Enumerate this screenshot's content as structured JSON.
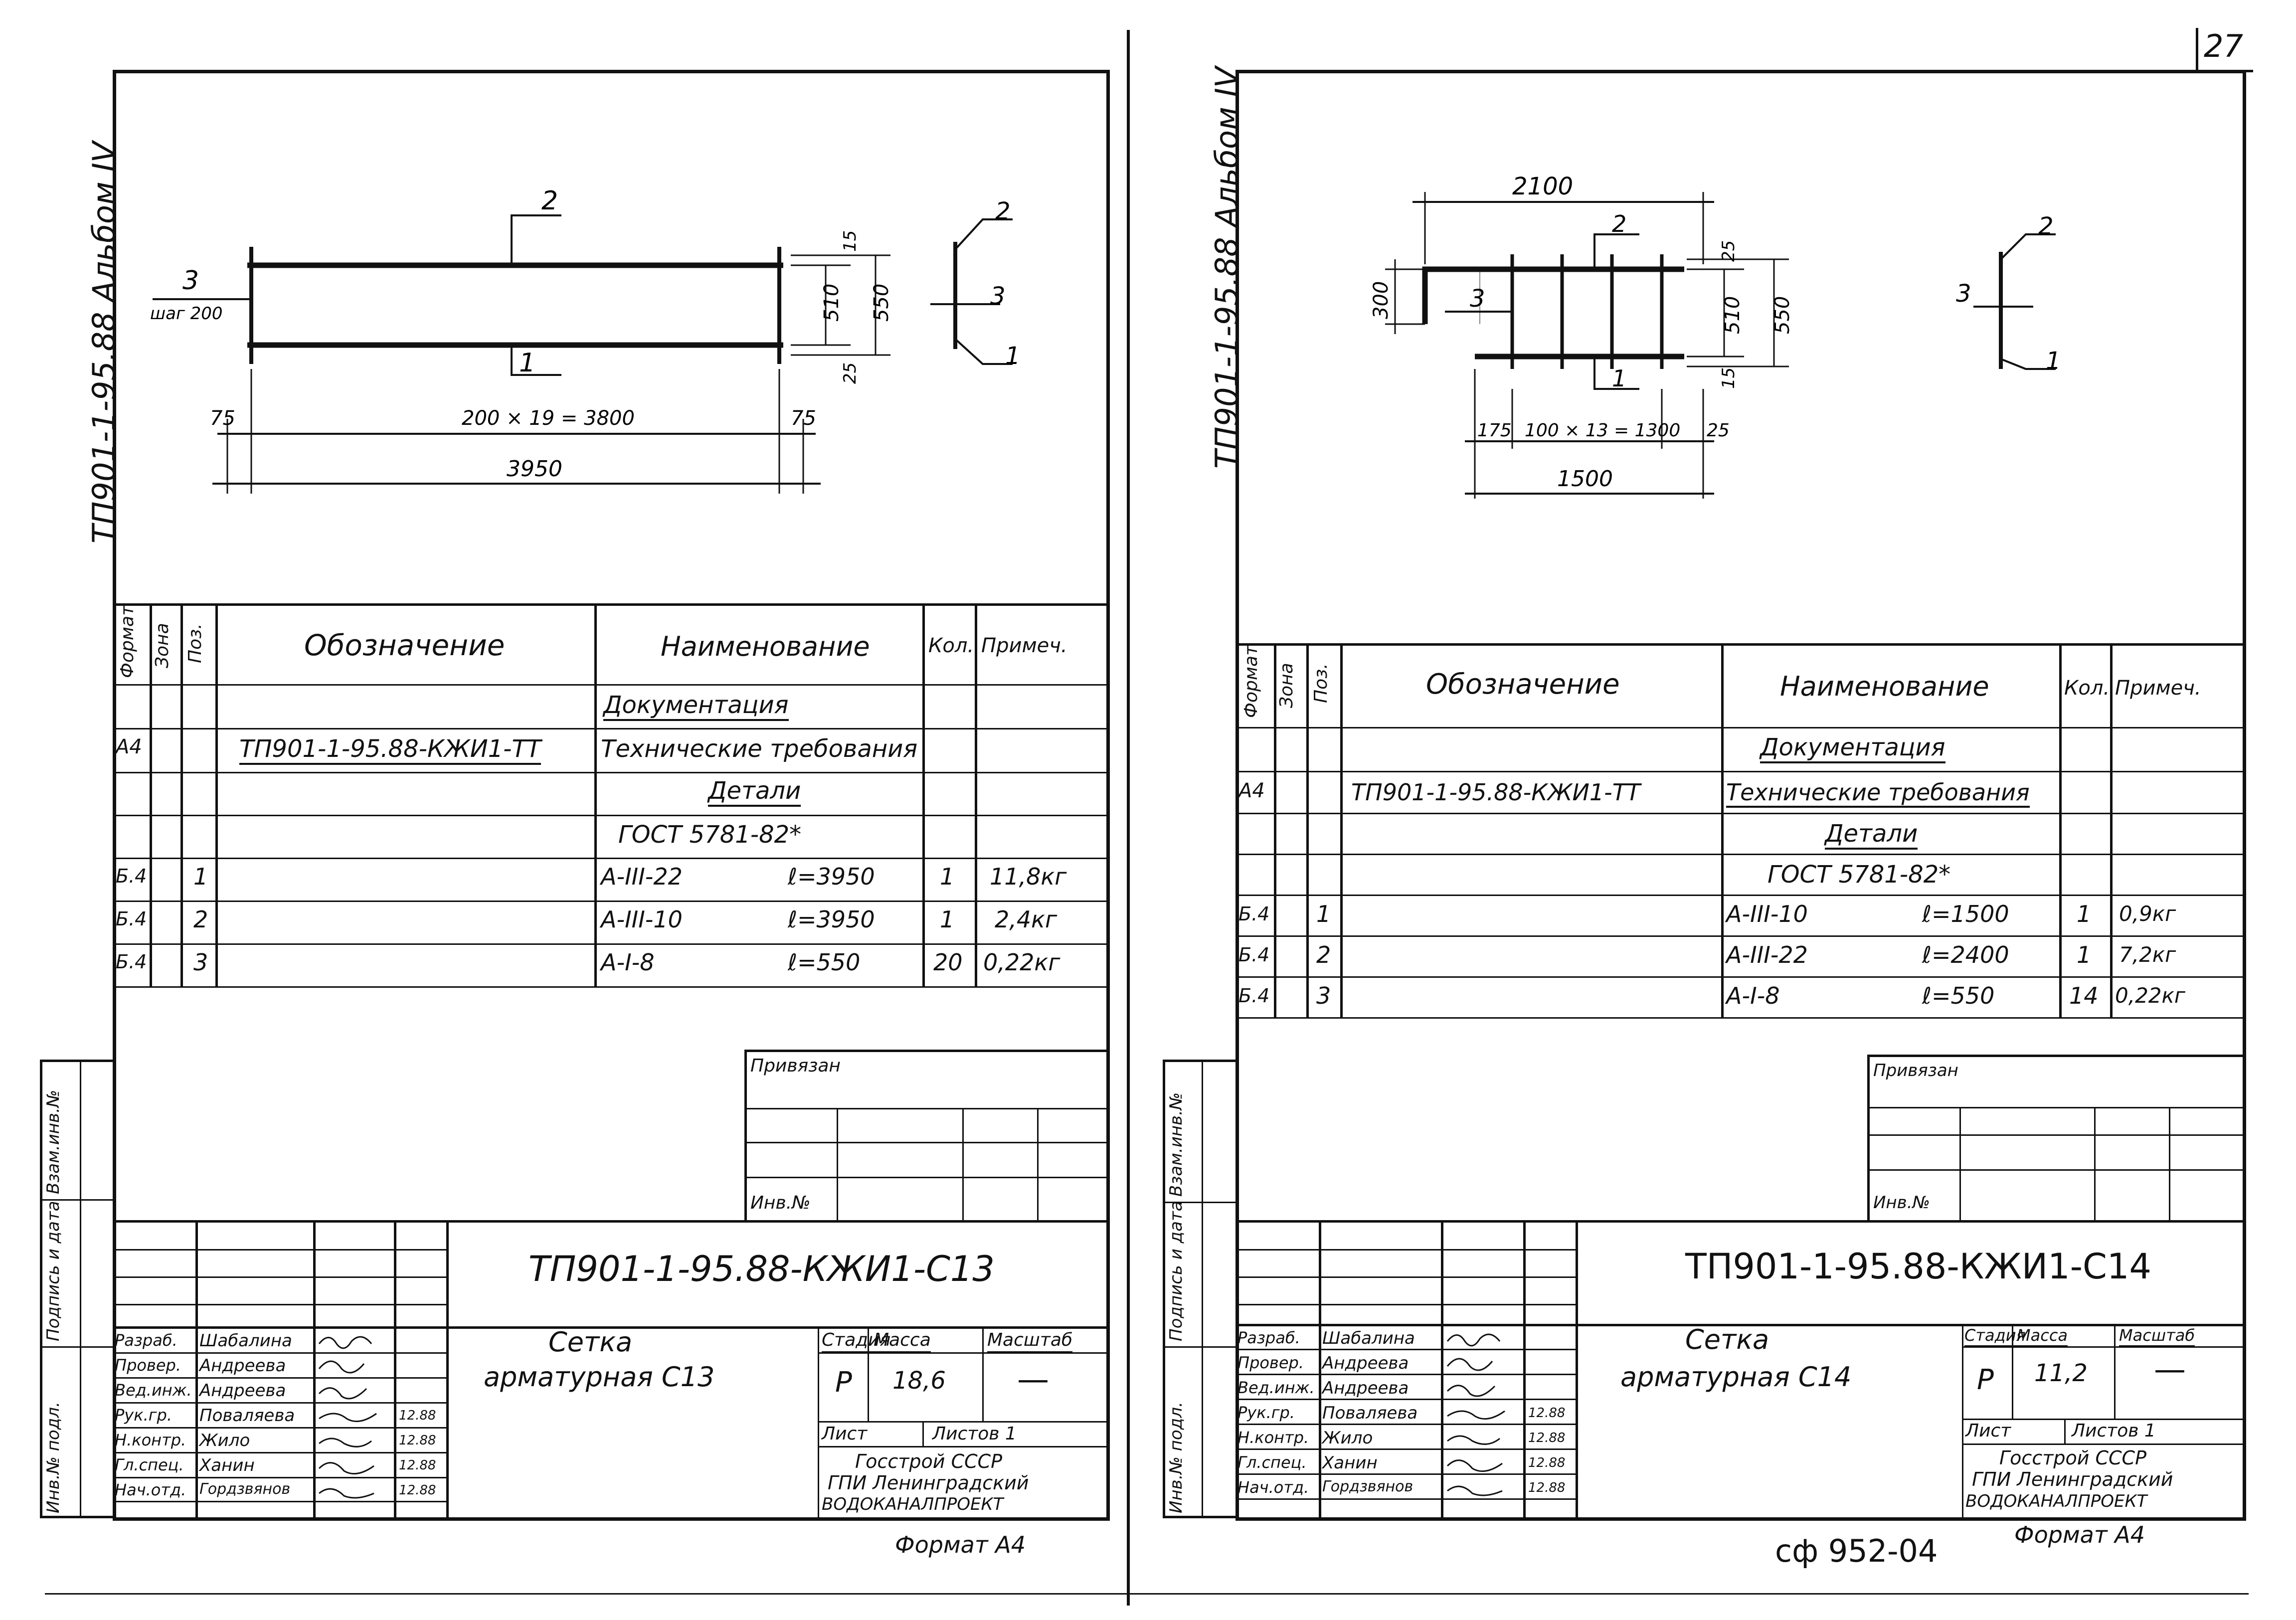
{
  "page_number": "27",
  "stamp_code": "сф 952-04",
  "sheets": [
    {
      "side_label": "ТП901-1-95.88 Альбом IV",
      "format_note": "Формат А4",
      "drawing": {
        "pos_top": "2",
        "pos_bottom": "1",
        "pos_side": "3",
        "step_label": "шаг 200",
        "dim_15": "15",
        "dim_510": "510",
        "dim_550": "550",
        "dim_25": "25",
        "dim_75_left": "75",
        "dim_75_right": "75",
        "dim_chain": "200 × 19 = 3800",
        "dim_total": "3950",
        "sec_2": "2",
        "sec_3": "3",
        "sec_1": "1"
      },
      "spec": {
        "col_format": "Формат",
        "col_zone": "Зона",
        "col_pos": "Поз.",
        "col_designation": "Обозначение",
        "col_name": "Наименование",
        "col_qty": "Кол.",
        "col_note": "Примеч.",
        "rows": [
          {
            "format": "",
            "pos": "",
            "designation": "",
            "name": "Документация",
            "length": "",
            "qty": "",
            "note": ""
          },
          {
            "format": "А4",
            "pos": "",
            "designation": "ТП901-1-95.88-КЖИ1-ТТ",
            "name": "Технические требования",
            "length": "",
            "qty": "",
            "note": ""
          },
          {
            "format": "",
            "pos": "",
            "designation": "",
            "name": "Детали",
            "length": "",
            "qty": "",
            "note": ""
          },
          {
            "format": "",
            "pos": "",
            "designation": "",
            "name": "ГОСТ 5781-82*",
            "length": "",
            "qty": "",
            "note": ""
          },
          {
            "format": "Б.4",
            "pos": "1",
            "designation": "",
            "name": "А-III-22",
            "length": "ℓ=3950",
            "qty": "1",
            "note": "11,8кг"
          },
          {
            "format": "Б.4",
            "pos": "2",
            "designation": "",
            "name": "А-III-10",
            "length": "ℓ=3950",
            "qty": "1",
            "note": "2,4кг"
          },
          {
            "format": "Б.4",
            "pos": "3",
            "designation": "",
            "name": "А-I-8",
            "length": "ℓ=550",
            "qty": "20",
            "note": "0,22кг"
          }
        ]
      },
      "stamp": {
        "privyazan": "Привязан",
        "inv_no": "Инв.№",
        "margin_labels": [
          "Инв.№ подл.",
          "Подпись и дата",
          "Взам.инв.№"
        ],
        "doc_code": "ТП901-1-95.88-КЖИ1-С13",
        "title_line1": "Сетка",
        "title_line2": "арматурная С13",
        "stage_label": "Стадия",
        "mass_label": "Масса",
        "scale_label": "Масштаб",
        "stage": "Р",
        "mass": "18,6",
        "scale": "—",
        "sheet_label": "Лист",
        "sheets_label": "Листов 1",
        "org_line1": "Госстрой СССР",
        "org_line2": "ГПИ Ленинградский",
        "org_line3": "ВОДОКАНАЛПРОЕКТ",
        "people": [
          {
            "role": "Разраб.",
            "name": "Шабалина",
            "date": ""
          },
          {
            "role": "Провер.",
            "name": "Андреева",
            "date": ""
          },
          {
            "role": "Вед.инж.",
            "name": "Андреева",
            "date": ""
          },
          {
            "role": "Рук.гр.",
            "name": "Поваляева",
            "date": "12.88"
          },
          {
            "role": "Н.контр.",
            "name": "Жило",
            "date": "12.88"
          },
          {
            "role": "Гл.спец.",
            "name": "Ханин",
            "date": "12.88"
          },
          {
            "role": "Нач.отд.",
            "name": "Гордзвянов",
            "date": "12.88"
          }
        ]
      }
    },
    {
      "side_label": "ТП901-1-95.88 Альбом IV",
      "format_note": "Формат А4",
      "drawing": {
        "dim_top": "2100",
        "pos_top": "2",
        "pos_side": "3",
        "pos_bottom": "1",
        "dim_300": "300",
        "dim_25": "25",
        "dim_510": "510",
        "dim_550": "550",
        "dim_15": "15",
        "dim_175": "175",
        "dim_chain": "100 × 13 = 1300",
        "dim_25b": "25",
        "dim_total": "1500",
        "sec_2": "2",
        "sec_3": "3",
        "sec_1": "1"
      },
      "spec": {
        "col_format": "Формат",
        "col_zone": "Зона",
        "col_pos": "Поз.",
        "col_designation": "Обозначение",
        "col_name": "Наименование",
        "col_qty": "Кол.",
        "col_note": "Примеч.",
        "rows": [
          {
            "format": "",
            "pos": "",
            "designation": "",
            "name": "Документация",
            "length": "",
            "qty": "",
            "note": ""
          },
          {
            "format": "А4",
            "pos": "",
            "designation": "ТП901-1-95.88-КЖИ1-ТТ",
            "name": "Технические требования",
            "length": "",
            "qty": "",
            "note": ""
          },
          {
            "format": "",
            "pos": "",
            "designation": "",
            "name": "Детали",
            "length": "",
            "qty": "",
            "note": ""
          },
          {
            "format": "",
            "pos": "",
            "designation": "",
            "name": "ГОСТ 5781-82*",
            "length": "",
            "qty": "",
            "note": ""
          },
          {
            "format": "Б.4",
            "pos": "1",
            "designation": "",
            "name": "А-III-10",
            "length": "ℓ=1500",
            "qty": "1",
            "note": "0,9кг"
          },
          {
            "format": "Б.4",
            "pos": "2",
            "designation": "",
            "name": "А-III-22",
            "length": "ℓ=2400",
            "qty": "1",
            "note": "7,2кг"
          },
          {
            "format": "Б.4",
            "pos": "3",
            "designation": "",
            "name": "А-I-8",
            "length": "ℓ=550",
            "qty": "14",
            "note": "0,22кг"
          }
        ]
      },
      "stamp": {
        "privyazan": "Привязан",
        "inv_no": "Инв.№",
        "margin_labels": [
          "Инв.№ подл.",
          "Подпись и дата",
          "Взам.инв.№"
        ],
        "doc_code": "ТП901-1-95.88-КЖИ1-С14",
        "title_line1": "Сетка",
        "title_line2": "арматурная С14",
        "stage_label": "Стадия",
        "mass_label": "Масса",
        "scale_label": "Масштаб",
        "stage": "Р",
        "mass": "11,2",
        "scale": "—",
        "sheet_label": "Лист",
        "sheets_label": "Листов 1",
        "org_line1": "Госстрой СССР",
        "org_line2": "ГПИ Ленинградский",
        "org_line3": "ВОДОКАНАЛПРОЕКТ",
        "people": [
          {
            "role": "Разраб.",
            "name": "Шабалина",
            "date": ""
          },
          {
            "role": "Провер.",
            "name": "Андреева",
            "date": ""
          },
          {
            "role": "Вед.инж.",
            "name": "Андреева",
            "date": ""
          },
          {
            "role": "Рук.гр.",
            "name": "Поваляева",
            "date": "12.88"
          },
          {
            "role": "Н.контр.",
            "name": "Жило",
            "date": "12.88"
          },
          {
            "role": "Гл.спец.",
            "name": "Ханин",
            "date": "12.88"
          },
          {
            "role": "Нач.отд.",
            "name": "Гордзвянов",
            "date": "12.88"
          }
        ]
      }
    }
  ]
}
